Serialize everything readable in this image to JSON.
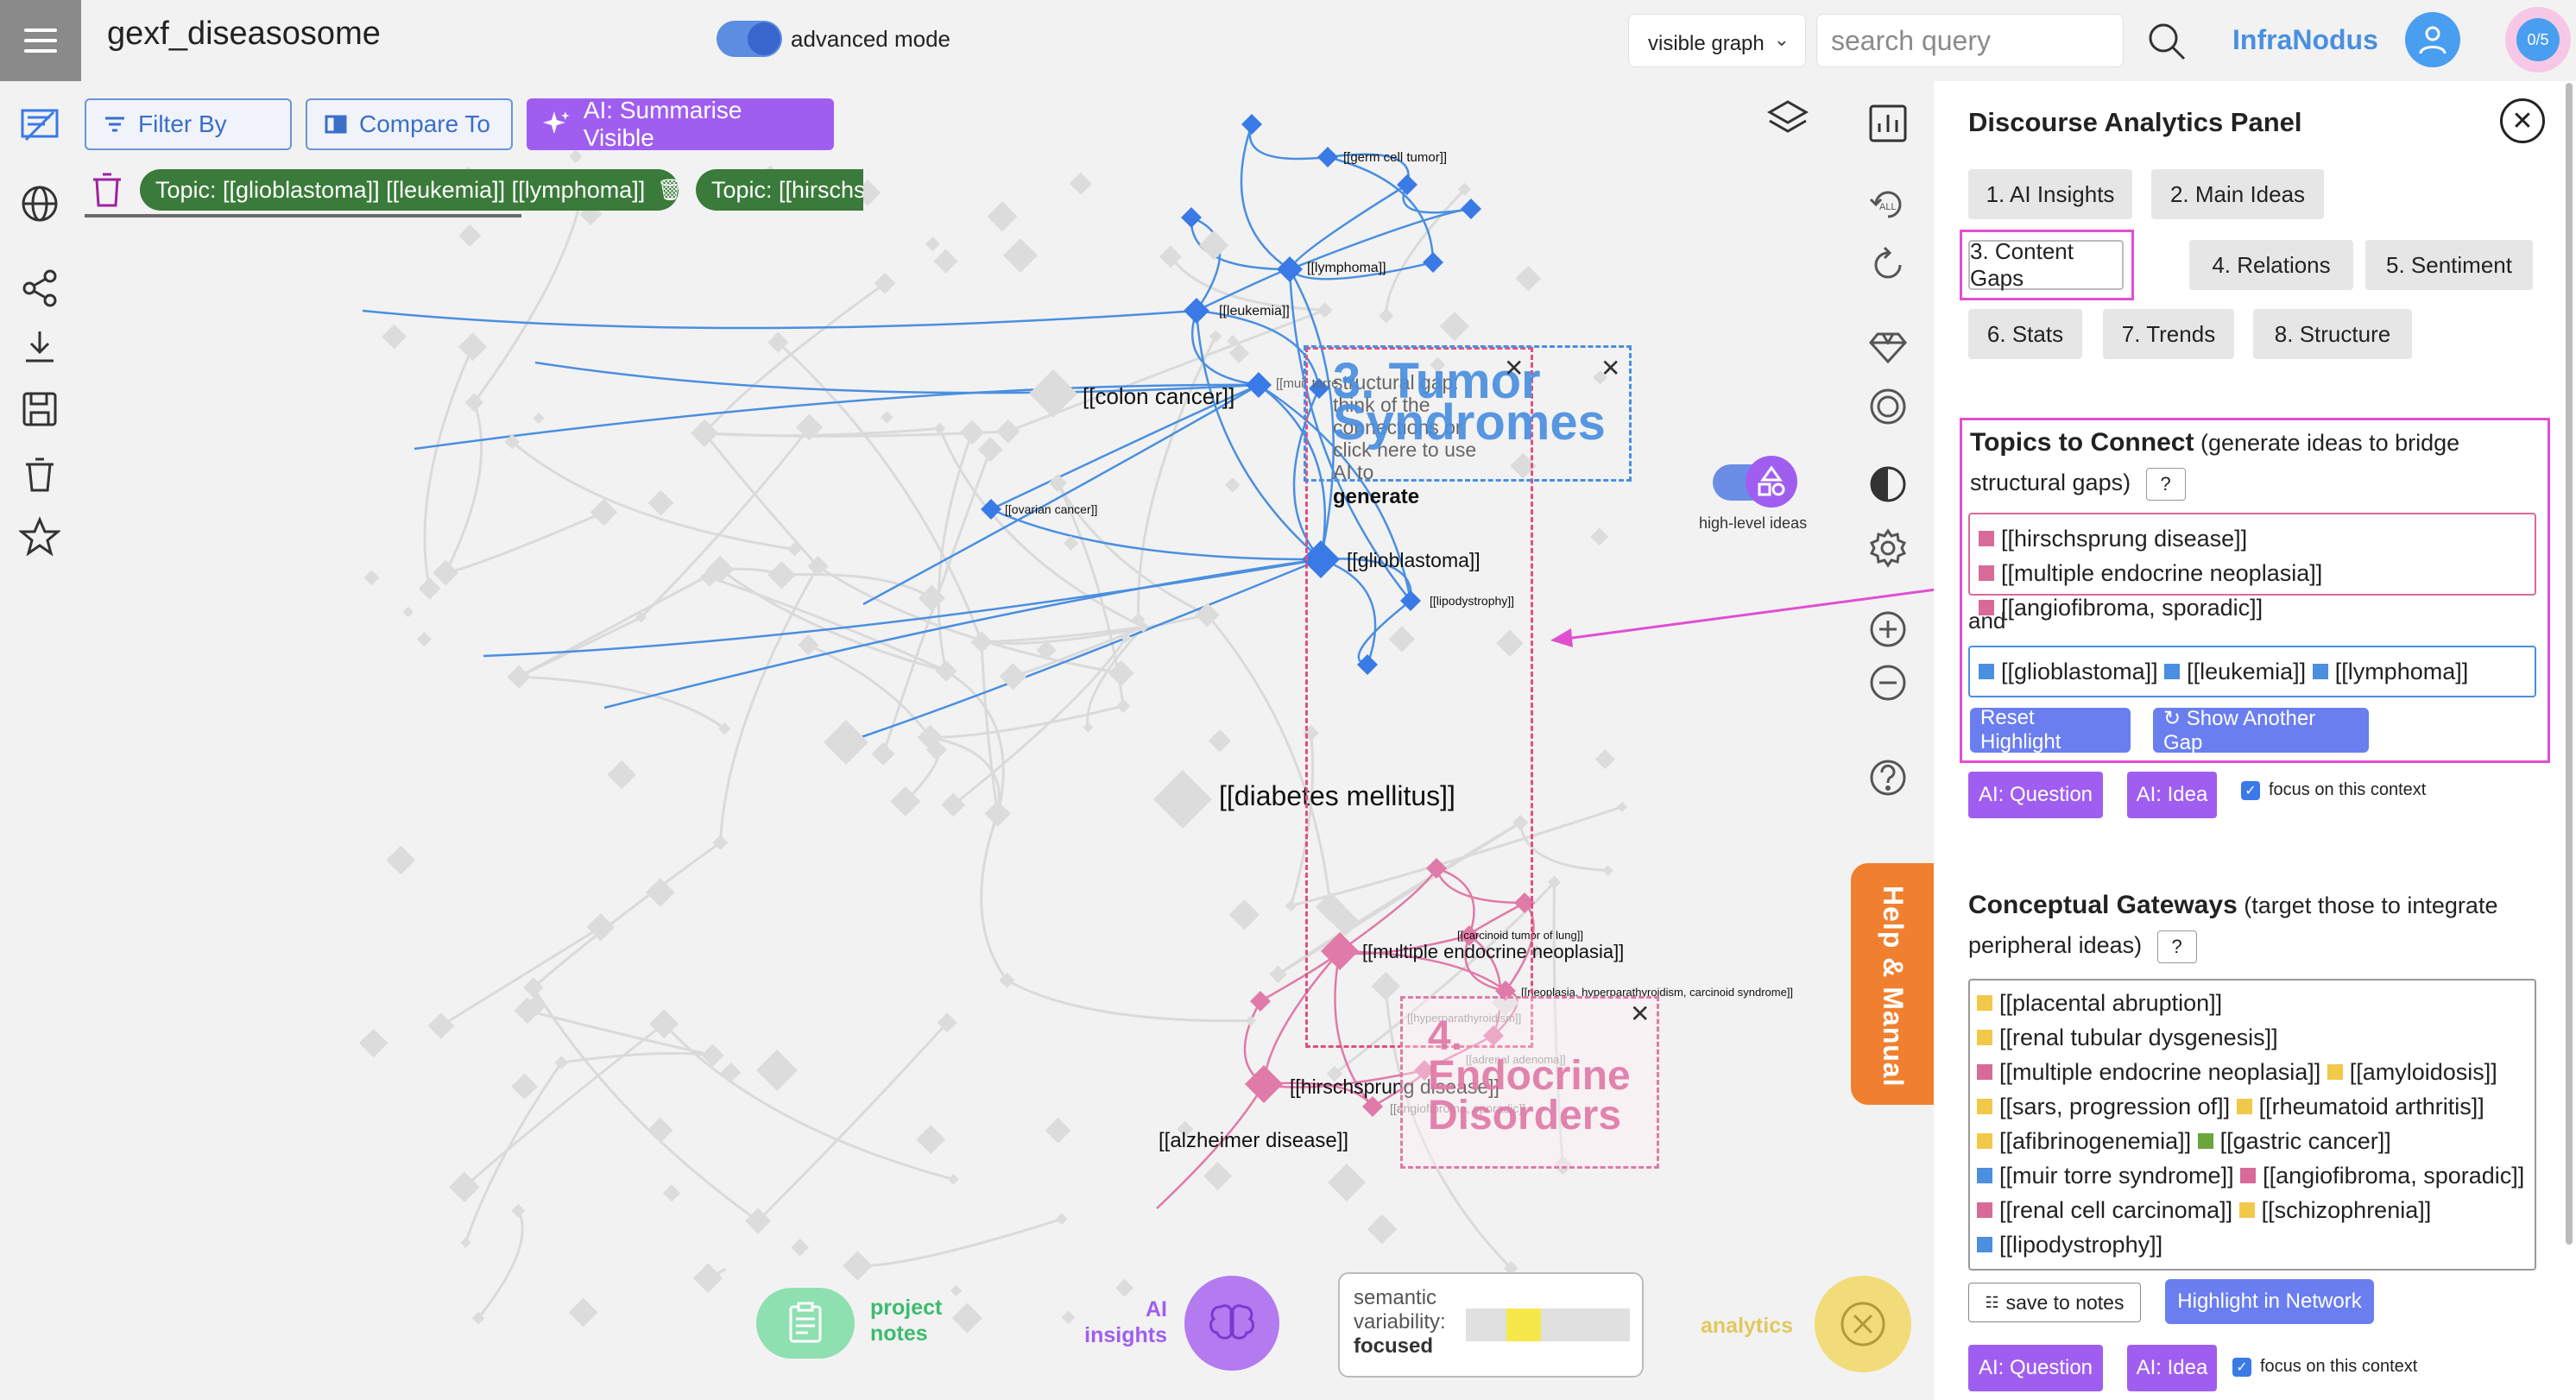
{
  "header": {
    "title": "gexf_diseasosome",
    "advanced_mode_label": "advanced mode",
    "graph_select_value": "visible graph",
    "search_placeholder": "search query",
    "brand": "InfraNodus",
    "counter_badge": "0/5"
  },
  "toolbar": {
    "filter_label": "Filter By",
    "compare_label": "Compare To",
    "summarise_label": "AI: Summarise Visible",
    "topic_tags": [
      "Topic: [[glioblastoma]] [[leukemia]] [[lymphoma]]",
      "Topic: [[hirschs"
    ]
  },
  "graph": {
    "labels": {
      "germ_cell_tumor": "[[germ cell tumor]]",
      "lymphoma": "[[lymphoma]]",
      "leukemia": "[[leukemia]]",
      "colon_cancer": "[[colon cancer]]",
      "muir_torre": "[[muir torre",
      "ovarian_cancer": "[[ovarian cancer]]",
      "glioblastoma": "[[glioblastoma]]",
      "lipodystrophy": "[[lipodystrophy]]",
      "diabetes_mellitus": "[[diabetes mellitus]]",
      "carcinoid_tumor": "[[carcinoid tumor of lung]]",
      "men": "[[multiple endocrine neoplasia]]",
      "neoplasia_syndrome": "[[neoplasia, hyperparathyroidism, carcinoid syndrome]]",
      "hyperparathyroidism": "[[hyperparathyroidism]]",
      "adrenal_adenoma": "[[adrenal adenoma]]",
      "hirschsprung": "[[hirschsprung disease]]",
      "angiofibroma": "[[angiofibroma, sporadic]]",
      "alzheimer": "[[alzheimer disease]]"
    },
    "cluster_blue_title": "3. Tumor Syndromes",
    "gap_hint": "structural gap: think of the connections or click here to use AI to",
    "gap_generate": "generate",
    "cluster_pink_title": "4. Endocrine Disorders",
    "high_level_label": "high-level ideas"
  },
  "bottom": {
    "notes_label": "project notes",
    "ai_label": "AI insights",
    "semantic_label": "semantic variability:",
    "semantic_value": "focused",
    "semantic_level": 0.3,
    "analytics_label": "analytics"
  },
  "help_label": "Help & Manual",
  "panel": {
    "title": "Discourse Analytics Panel",
    "tabs": [
      "1. AI Insights",
      "2. Main Ideas",
      "3. Content Gaps",
      "4. Relations",
      "5. Sentiment",
      "6. Stats",
      "7. Trends",
      "8. Structure"
    ],
    "active_tab": "3. Content Gaps",
    "topics": {
      "heading": "Topics to Connect",
      "subheading": "(generate ideas to bridge structural gaps)",
      "help": "?",
      "group_a": [
        "[[hirschsprung disease]]",
        "[[multiple endocrine neoplasia]]",
        "[[angiofibroma, sporadic]]"
      ],
      "and_label": "and",
      "group_b": [
        "[[glioblastoma]]",
        "[[leukemia]]",
        "[[lymphoma]]"
      ],
      "reset_label": "Reset Highlight",
      "another_label": "↻ Show Another Gap",
      "question_label": "AI: Question",
      "idea_label": "AI: Idea",
      "focus_label": "focus on this context"
    },
    "gateways": {
      "heading": "Conceptual Gateways",
      "subheading": "(target those to integrate peripheral ideas)",
      "help": "?",
      "items": [
        {
          "label": "[[placental abruption]]",
          "color": "#f2c84a"
        },
        {
          "label": "[[renal tubular dysgenesis]]",
          "color": "#f2c84a"
        },
        {
          "label": "[[multiple endocrine neoplasia]]",
          "color": "#d86a9a"
        },
        {
          "label": "[[amyloidosis]]",
          "color": "#f2c84a"
        },
        {
          "label": "[[sars, progression of]]",
          "color": "#f2c84a"
        },
        {
          "label": "[[rheumatoid arthritis]]",
          "color": "#f2c84a"
        },
        {
          "label": "[[afibrinogenemia]]",
          "color": "#f2c84a"
        },
        {
          "label": "[[gastric cancer]]",
          "color": "#6aa63a"
        },
        {
          "label": "[[muir torre syndrome]]",
          "color": "#4a8fe0"
        },
        {
          "label": "[[angiofibroma, sporadic]]",
          "color": "#d86a9a"
        },
        {
          "label": "[[renal cell carcinoma]]",
          "color": "#d86a9a"
        },
        {
          "label": "[[schizophrenia]]",
          "color": "#f2c84a"
        },
        {
          "label": "[[lipodystrophy]]",
          "color": "#4a8fe0"
        }
      ],
      "save_label": "save to notes",
      "highlight_label": "Highlight in Network",
      "question_label": "AI: Question",
      "idea_label": "AI: Idea",
      "focus_label": "focus on this context"
    }
  },
  "colors": {
    "blue_cluster": "#4a8fe0",
    "pink_cluster": "#e07aa8",
    "accent_purple": "#a05ef0",
    "highlight_magenta": "#e04fd0",
    "topic_tag_green": "#3a7a3a"
  }
}
